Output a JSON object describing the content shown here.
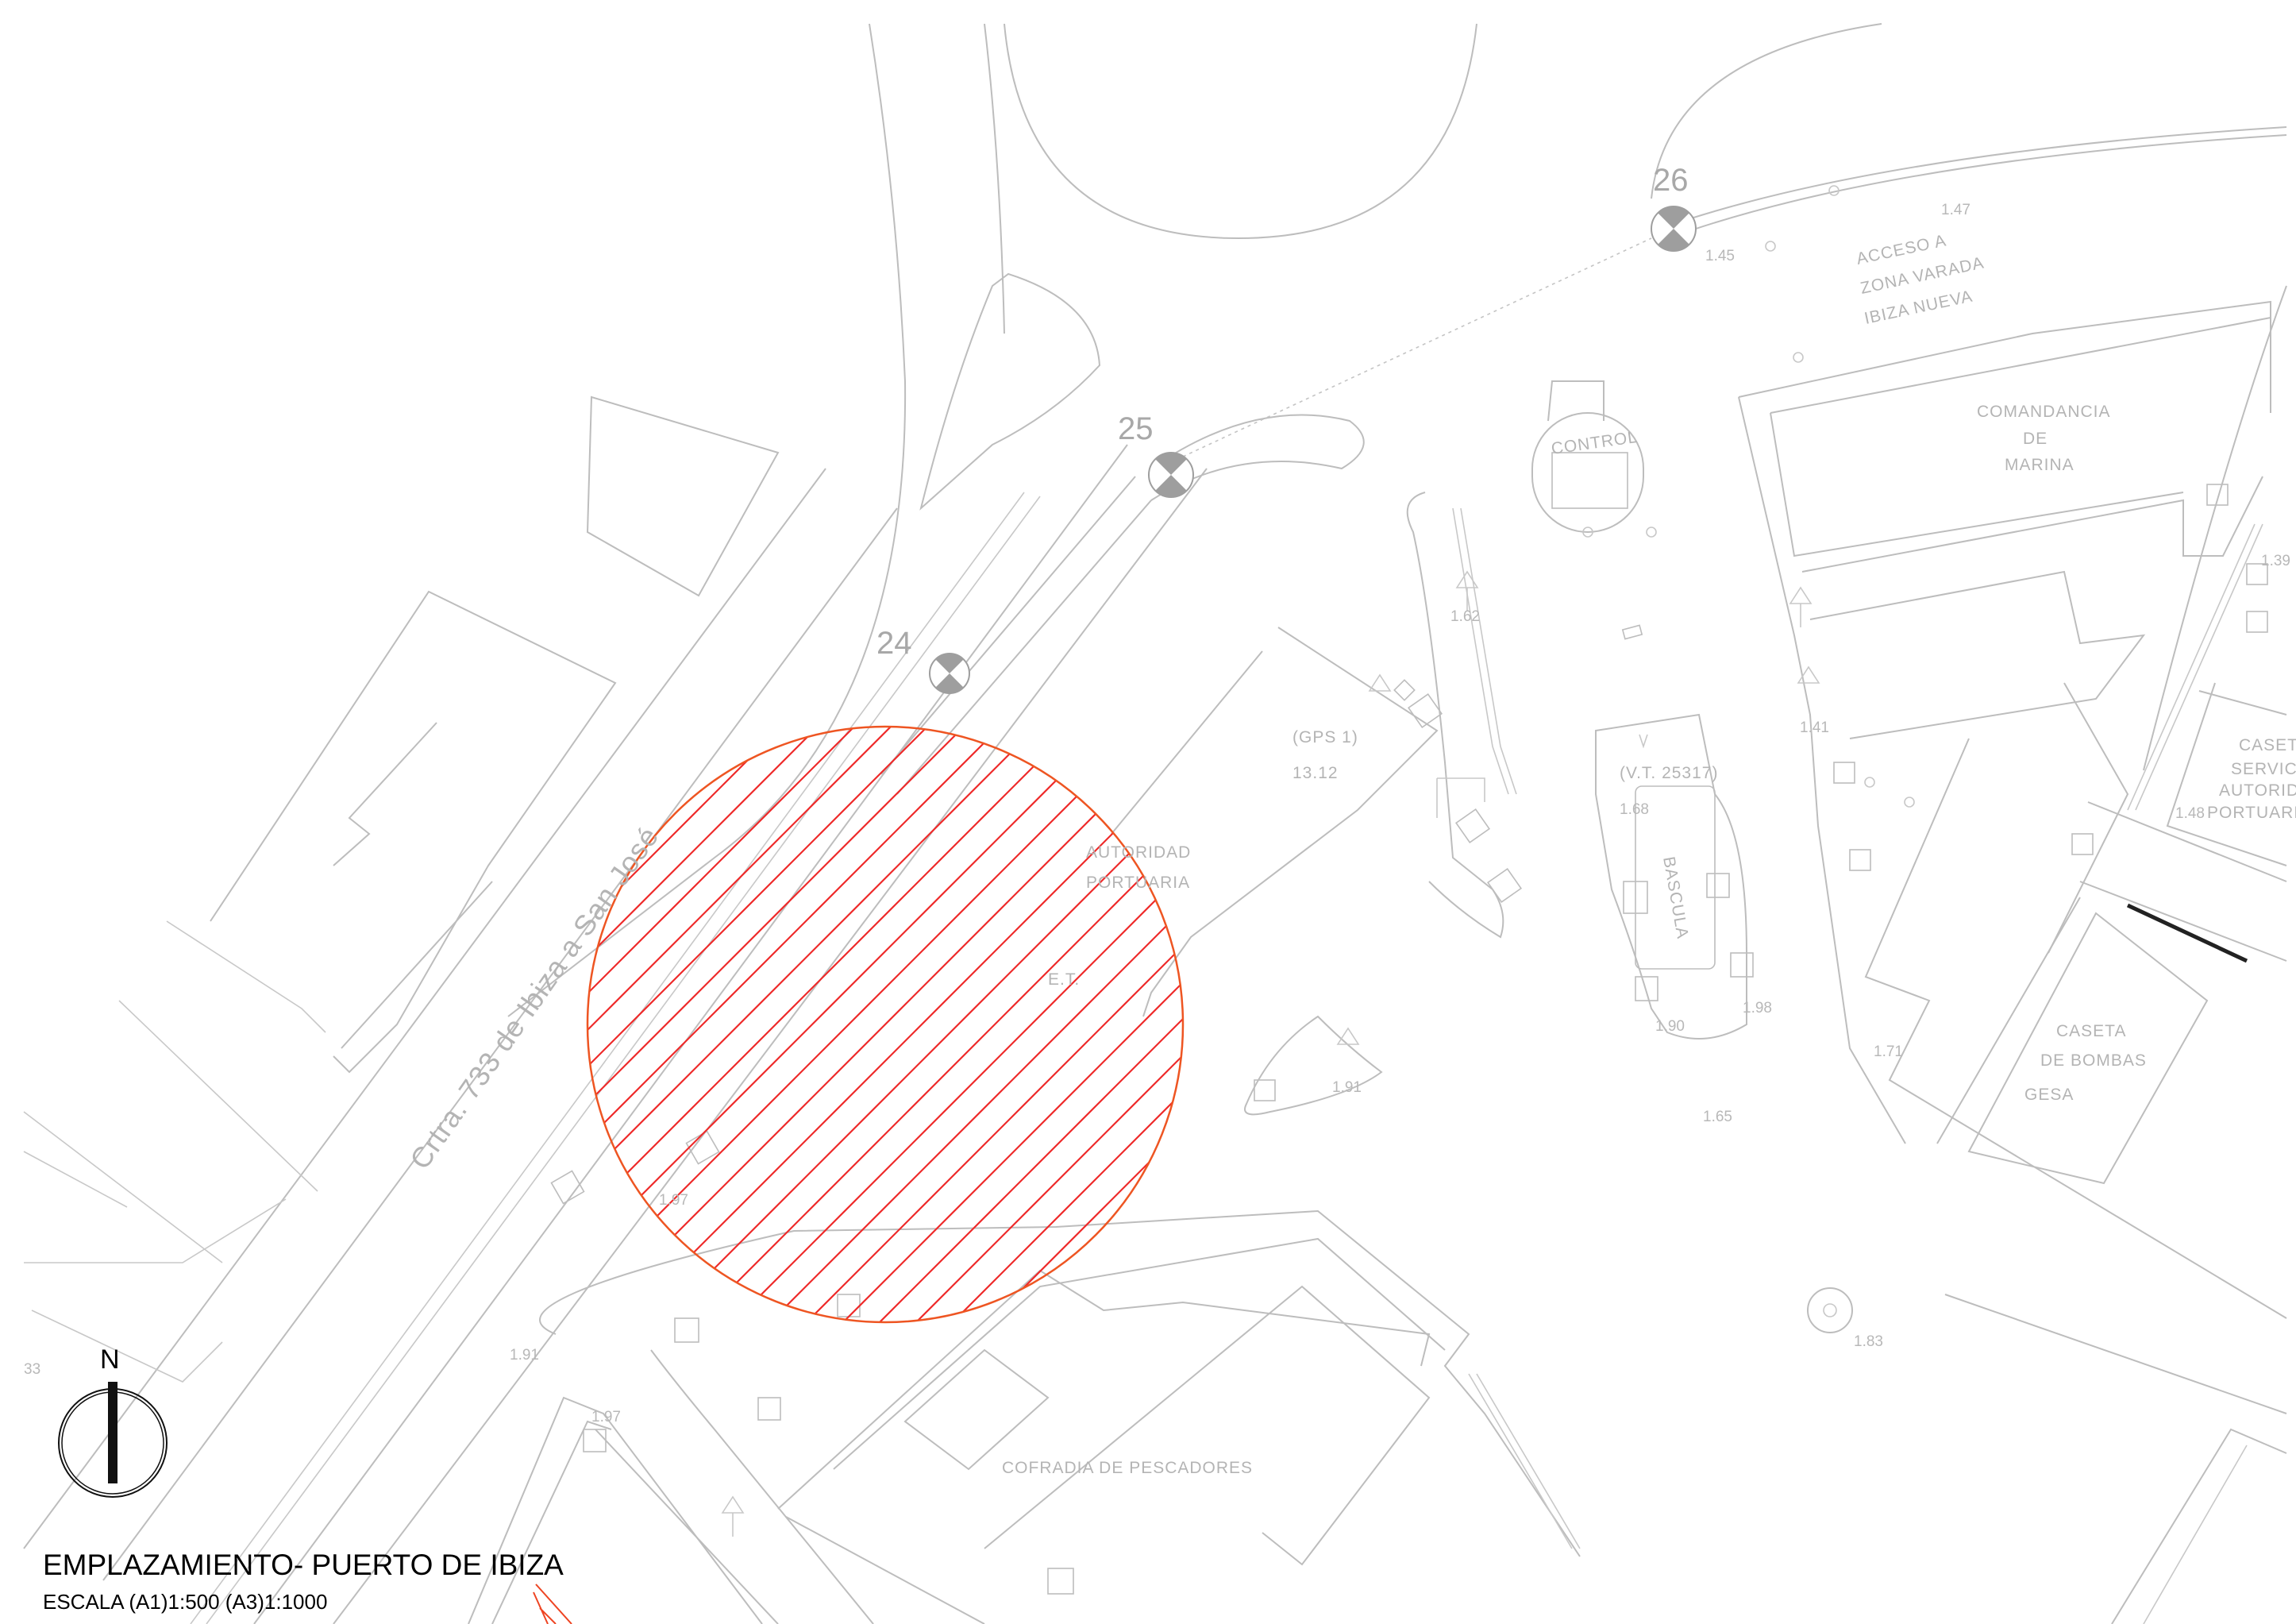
{
  "title": "EMPLAZAMIENTO- PUERTO DE IBIZA",
  "scale": "ESCALA (A1)1:500 (A3)1:1000",
  "north_label": "N",
  "colors": {
    "highlight": "#ee2a2a",
    "highlight_outline": "#ee5522",
    "lines": "#bdbdbd",
    "markers": "#9e9e9e"
  },
  "labels": {
    "road": "Crtra. 733 de Ibiza a San José",
    "access_1": "ACCESO A",
    "access_2": "ZONA VARADA",
    "access_3": "IBIZA NUEVA",
    "comandancia_1": "COMANDANCIA",
    "comandancia_2": "DE",
    "comandancia_3": "MARINA",
    "control": "CONTROL",
    "gps": "(GPS 1)",
    "gps_value": "13.12",
    "vt": "(V.T. 25317)",
    "bascula": "BASCULA",
    "autoridad_1": "AUTORIDAD",
    "autoridad_2": "PORTUARIA",
    "et": "E.T.",
    "caseta_bombas_1": "CASETA",
    "caseta_bombas_2": "DE BOMBAS",
    "caseta_bombas_3": "GESA",
    "caseta_serv_1": "CASETA",
    "caseta_serv_2": "SERVICIO",
    "caseta_serv_3": "AUTORIDAD",
    "caseta_serv_4": "PORTUARIA",
    "cofradia": "COFRADIA DE PESCADORES"
  },
  "markers": {
    "m24": "24",
    "m25": "25",
    "m26": "26"
  },
  "elevations": {
    "e1": "1.47",
    "e2": "1.45",
    "e3": "1.62",
    "e4": "1.41",
    "e5": "1.68",
    "e6": "1.90",
    "e7": "1.98",
    "e8": "1.91",
    "e9": "1.71",
    "e10": "1.65",
    "e11": "1.97",
    "e12": "1.91",
    "e13": "1.97",
    "e14": "1.83",
    "e15": "1.39",
    "e16": "1.48",
    "e17": "33"
  }
}
